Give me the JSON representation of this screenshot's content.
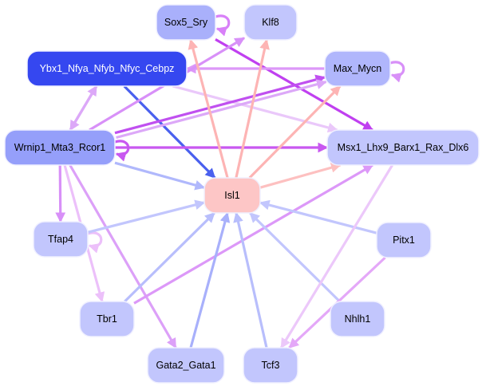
{
  "diagram": {
    "type": "directed-network",
    "nodes": [
      {
        "id": "Sox5_Sry",
        "label": "Sox5_Sry",
        "fill": "#a9b0fb",
        "text": "#000000"
      },
      {
        "id": "Klf8",
        "label": "Klf8",
        "fill": "#c2c6fd",
        "text": "#000000"
      },
      {
        "id": "Ybx1_Nfya_Nfyb_Nfyc_Cebpz",
        "label": "Ybx1_Nfya_Nfyb_Nfyc_Cebpz",
        "fill": "#3547f0",
        "text": "#ffffff"
      },
      {
        "id": "Max_Mycn",
        "label": "Max_Mycn",
        "fill": "#b0b6fc",
        "text": "#000000"
      },
      {
        "id": "Wrnip1_Mta3_Rcor1",
        "label": "Wrnip1_Mta3_Rcor1",
        "fill": "#959ffa",
        "text": "#000000"
      },
      {
        "id": "Msx1_Lhx9_Barx1_Rax_Dlx6",
        "label": "Msx1_Lhx9_Barx1_Rax_Dlx6",
        "fill": "#c2c6fd",
        "text": "#000000"
      },
      {
        "id": "Isl1",
        "label": "Isl1",
        "fill": "#fdc6c6",
        "text": "#000000"
      },
      {
        "id": "Tfap4",
        "label": "Tfap4",
        "fill": "#c2c6fd",
        "text": "#000000"
      },
      {
        "id": "Pitx1",
        "label": "Pitx1",
        "fill": "#c2c6fd",
        "text": "#000000"
      },
      {
        "id": "Tbr1",
        "label": "Tbr1",
        "fill": "#c2c6fd",
        "text": "#000000"
      },
      {
        "id": "Nhlh1",
        "label": "Nhlh1",
        "fill": "#c2c6fd",
        "text": "#000000"
      },
      {
        "id": "Gata2_Gata1",
        "label": "Gata2_Gata1",
        "fill": "#c2c6fd",
        "text": "#000000"
      },
      {
        "id": "Tcf3",
        "label": "Tcf3",
        "fill": "#c2c6fd",
        "text": "#000000"
      }
    ],
    "edges": [
      {
        "from": "Sox5_Sry",
        "to": "Sox5_Sry",
        "color": "#d880f8"
      },
      {
        "from": "Sox5_Sry",
        "to": "Msx1_Lhx9_Barx1_Rax_Dlx6",
        "color": "#c040f0"
      },
      {
        "from": "Max_Mycn",
        "to": "Max_Mycn",
        "color": "#d890f8"
      },
      {
        "from": "Max_Mycn",
        "to": "Ybx1_Nfya_Nfyb_Nfyc_Cebpz",
        "color": "#dc98f8"
      },
      {
        "from": "Ybx1_Nfya_Nfyb_Nfyc_Cebpz",
        "to": "Isl1",
        "color": "#4a60ee"
      },
      {
        "from": "Ybx1_Nfya_Nfyb_Nfyc_Cebpz",
        "to": "Msx1_Lhx9_Barx1_Rax_Dlx6",
        "color": "#eac8fa"
      },
      {
        "from": "Ybx1_Nfya_Nfyb_Nfyc_Cebpz",
        "to": "Wrnip1_Mta3_Rcor1",
        "color": "#dca8f8"
      },
      {
        "from": "Wrnip1_Mta3_Rcor1",
        "to": "Ybx1_Nfya_Nfyb_Nfyc_Cebpz",
        "color": "#dca8f8"
      },
      {
        "from": "Wrnip1_Mta3_Rcor1",
        "to": "Wrnip1_Mta3_Rcor1",
        "color": "#c858f0"
      },
      {
        "from": "Wrnip1_Mta3_Rcor1",
        "to": "Klf8",
        "color": "#d890f8"
      },
      {
        "from": "Wrnip1_Mta3_Rcor1",
        "to": "Max_Mycn",
        "color": "#c050f0"
      },
      {
        "from": "Wrnip1_Mta3_Rcor1",
        "to": "Max_Mycn",
        "color": "#dca8f8"
      },
      {
        "from": "Wrnip1_Mta3_Rcor1",
        "to": "Msx1_Lhx9_Barx1_Rax_Dlx6",
        "color": "#c858f0"
      },
      {
        "from": "Wrnip1_Mta3_Rcor1",
        "to": "Isl1",
        "color": "#b0b8fc"
      },
      {
        "from": "Wrnip1_Mta3_Rcor1",
        "to": "Tfap4",
        "color": "#d890f8"
      },
      {
        "from": "Wrnip1_Mta3_Rcor1",
        "to": "Tbr1",
        "color": "#ecc0fa"
      },
      {
        "from": "Wrnip1_Mta3_Rcor1",
        "to": "Gata2_Gata1",
        "color": "#dca0f8"
      },
      {
        "from": "Isl1",
        "to": "Sox5_Sry",
        "color": "#fdb4b4"
      },
      {
        "from": "Isl1",
        "to": "Klf8",
        "color": "#fdb4b4"
      },
      {
        "from": "Isl1",
        "to": "Max_Mycn",
        "color": "#fdb4b4"
      },
      {
        "from": "Isl1",
        "to": "Msx1_Lhx9_Barx1_Rax_Dlx6",
        "color": "#fdc0c0"
      },
      {
        "from": "Tfap4",
        "to": "Tfap4",
        "color": "#ecc0fa"
      },
      {
        "from": "Tfap4",
        "to": "Isl1",
        "color": "#c2c6fd"
      },
      {
        "from": "Tbr1",
        "to": "Isl1",
        "color": "#b8befc"
      },
      {
        "from": "Tbr1",
        "to": "Msx1_Lhx9_Barx1_Rax_Dlx6",
        "color": "#dc98f8"
      },
      {
        "from": "Gata2_Gata1",
        "to": "Isl1",
        "color": "#a8b0fb"
      },
      {
        "from": "Tcf3",
        "to": "Isl1",
        "color": "#b8befc"
      },
      {
        "from": "Nhlh1",
        "to": "Isl1",
        "color": "#c2c6fd"
      },
      {
        "from": "Pitx1",
        "to": "Isl1",
        "color": "#c2c6fd"
      },
      {
        "from": "Pitx1",
        "to": "Tcf3",
        "color": "#e4a8f8"
      },
      {
        "from": "Msx1_Lhx9_Barx1_Rax_Dlx6",
        "to": "Tcf3",
        "color": "#ecc8fa"
      }
    ]
  }
}
